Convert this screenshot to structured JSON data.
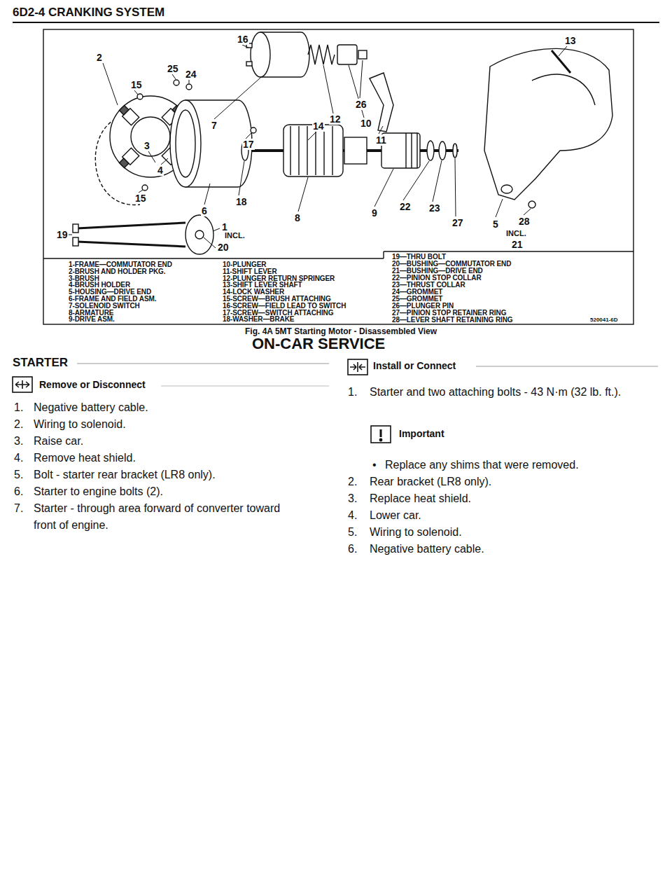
{
  "diagram": {
    "title": "6D2-4 CRANKING SYSTEM",
    "caption": "Fig. 4A 5MT Starting Motor - Disassembled View",
    "labels": [
      "16",
      "13",
      "2",
      "25",
      "24",
      "15",
      "26",
      "12",
      "10",
      "7",
      "14",
      "11",
      "17",
      "3",
      "4",
      "18",
      "6",
      "15",
      "8",
      "9",
      "22",
      "23",
      "27",
      "28",
      "5",
      "INCL.",
      "21",
      "19",
      "1",
      "INCL.",
      "20",
      "1-FRAME—COMMUTATOR END",
      "2-BRUSH AND HOLDER PKG.",
      "3-BRUSH",
      "4-BRUSH HOLDER",
      "5-HOUSING—DRIVE END",
      "6-FRAME AND FIELD ASM.",
      "7-SOLENOID SWITCH",
      "8-ARMATURE",
      "9-DRIVE ASM.",
      "10-PLUNGER",
      "11-SHIFT LEVER",
      "12-PLUNGER RETURN SPRINGER",
      "13-SHIFT LEVER SHAFT",
      "14-LOCK WASHER",
      "15-SCREW—BRUSH ATTACHING",
      "16-SCREW—FIELD LEAD TO SWITCH",
      "17-SCREW—SWITCH ATTACHING",
      "18-WASHER—BRAKE",
      "19—THRU BOLT",
      "20—BUSHING—COMMUTATOR END",
      "21—BUSHING—DRIVE END",
      "22—PINION STOP COLLAR",
      "23—THRUST COLLAR",
      "24—GROMMET",
      "25—GROMMET",
      "26—PLUNGER PIN",
      "27—PINION STOP RETAINER RING",
      "28—LEVER SHAFT RETAINING RING",
      "520041-6D",
      "ON-CAR SERVICE",
      "STARTER",
      "Remove or Disconnect",
      "1.",
      "Negative battery cable.",
      "2.",
      "Wiring to solenoid.",
      "3.",
      "Raise car.",
      "4.",
      "Remove heat shield.",
      "5.",
      "Bolt - starter rear bracket (LR8 only).",
      "6.",
      "Starter to engine bolts (2).",
      "7.",
      "Starter - through area forward of converter toward front of engine.",
      "Install or Connect",
      "1.",
      "Starter and two attaching bolts - 43 N·m (32 lb. ft.).",
      "Important",
      "•",
      "Replace any shims that were removed.",
      "2.",
      "Rear bracket (LR8 only).",
      "3.",
      "Replace heat shield.",
      "4.",
      "Lower car.",
      "5.",
      "Wiring to solenoid.",
      "6.",
      "Negative battery cable."
    ]
  }
}
